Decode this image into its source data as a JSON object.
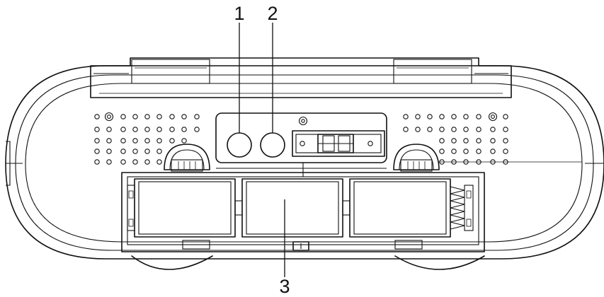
{
  "callouts": {
    "c1": "1",
    "c2": "2",
    "c3": "3"
  },
  "icons": {
    "jack_1": "round-jack-icon",
    "jack_2": "round-jack-icon",
    "switch": "slide-switch-icon",
    "spring": "battery-spring-icon"
  }
}
